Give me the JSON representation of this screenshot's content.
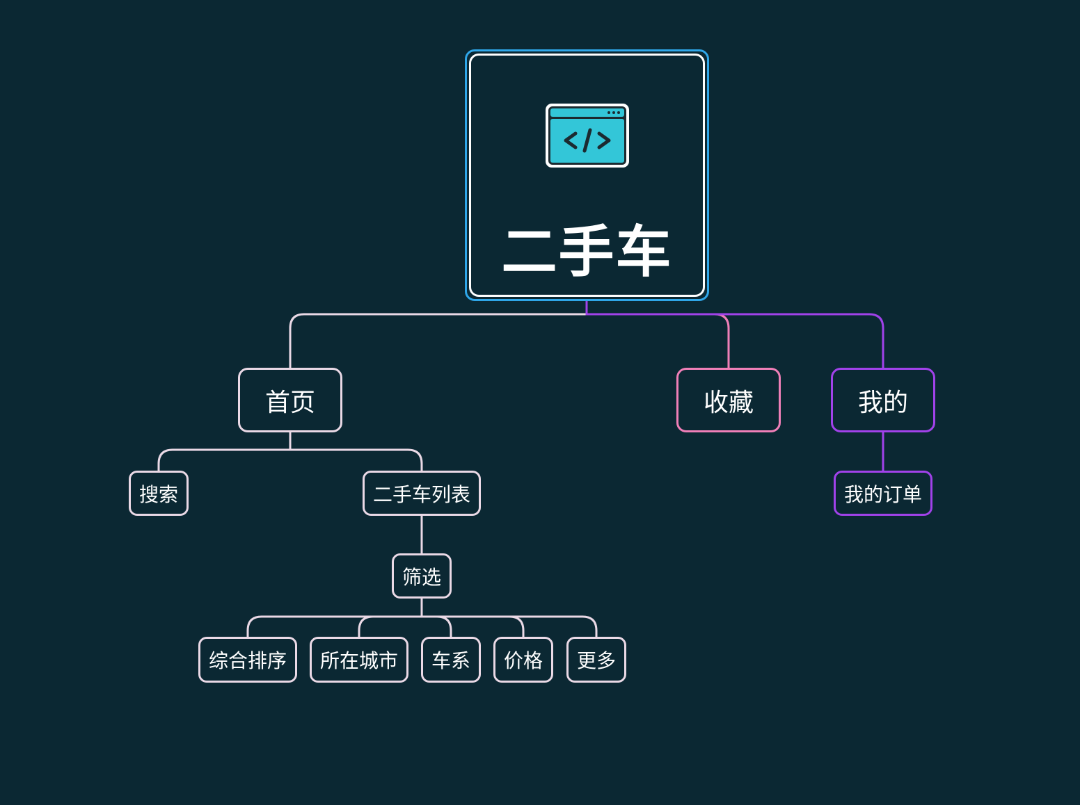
{
  "root": {
    "title": "二手车",
    "icon": "code-window-icon",
    "icon_color": "#33c6d8",
    "frame_color": "#2fa6e8"
  },
  "branches": {
    "home": {
      "label": "首页",
      "color": "#ead9e6",
      "children": {
        "search": "搜索",
        "car_list": {
          "label": "二手车列表",
          "filter": {
            "label": "筛选",
            "options": [
              "综合排序",
              "所在城市",
              "车系",
              "价格",
              "更多"
            ]
          }
        }
      }
    },
    "favorites": {
      "label": "收藏",
      "color": "#f07fb8"
    },
    "mine": {
      "label": "我的",
      "color": "#a142ea",
      "children": {
        "my_orders": "我的订单"
      }
    }
  },
  "colors": {
    "background": "#0b2833",
    "text": "#ffffff"
  }
}
